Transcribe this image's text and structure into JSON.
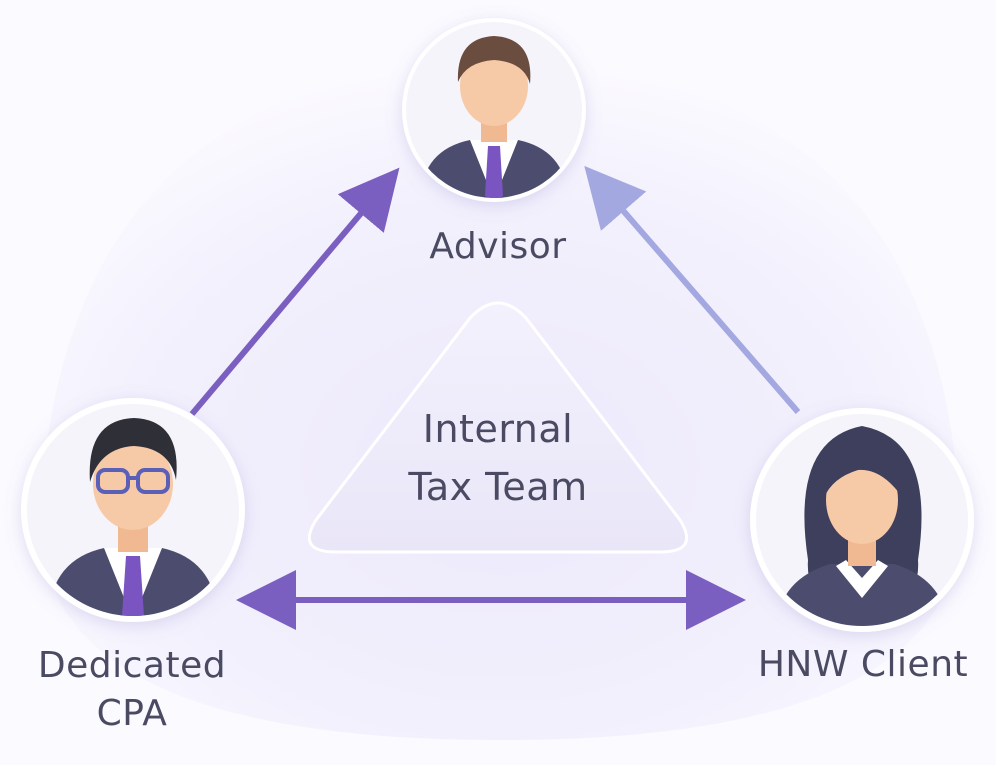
{
  "diagram": {
    "center": {
      "line1": "Internal",
      "line2": "Tax Team"
    },
    "nodes": {
      "advisor": {
        "label": "Advisor",
        "icon": "advisor-avatar-icon"
      },
      "cpa": {
        "label_line1": "Dedicated",
        "label_line2": "CPA",
        "icon": "cpa-avatar-icon"
      },
      "client": {
        "label": "HNW Client",
        "icon": "client-avatar-icon"
      }
    },
    "colors": {
      "arrow_primary": "#7a5fc0",
      "arrow_light": "#a4a8e0",
      "text": "#4a4b63",
      "suit": "#4c4d6e",
      "tie": "#7a54c0",
      "skin": "#f6c9a7"
    }
  }
}
